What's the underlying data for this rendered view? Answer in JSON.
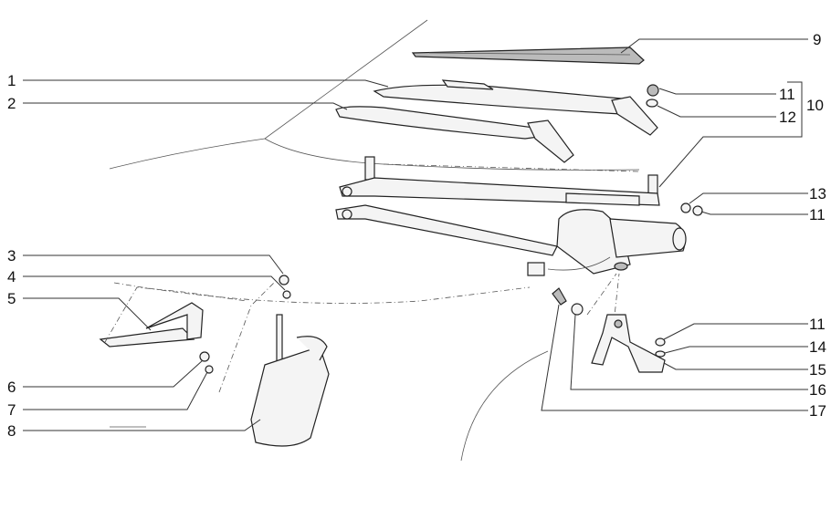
{
  "diagram": {
    "title": "Windscreen wiper assembly exploded view",
    "callouts": [
      {
        "id": "c1",
        "label": "1"
      },
      {
        "id": "c2",
        "label": "2"
      },
      {
        "id": "c3",
        "label": "3"
      },
      {
        "id": "c4",
        "label": "4"
      },
      {
        "id": "c5",
        "label": "5"
      },
      {
        "id": "c6",
        "label": "6"
      },
      {
        "id": "c7",
        "label": "7"
      },
      {
        "id": "c8",
        "label": "8"
      },
      {
        "id": "c9",
        "label": "9"
      },
      {
        "id": "c10",
        "label": "10"
      },
      {
        "id": "c11a",
        "label": "11"
      },
      {
        "id": "c12",
        "label": "12"
      },
      {
        "id": "c13",
        "label": "13"
      },
      {
        "id": "c11b",
        "label": "11"
      },
      {
        "id": "c11c",
        "label": "11"
      },
      {
        "id": "c14",
        "label": "14"
      },
      {
        "id": "c15",
        "label": "15"
      },
      {
        "id": "c16",
        "label": "16"
      },
      {
        "id": "c17",
        "label": "17"
      }
    ]
  }
}
